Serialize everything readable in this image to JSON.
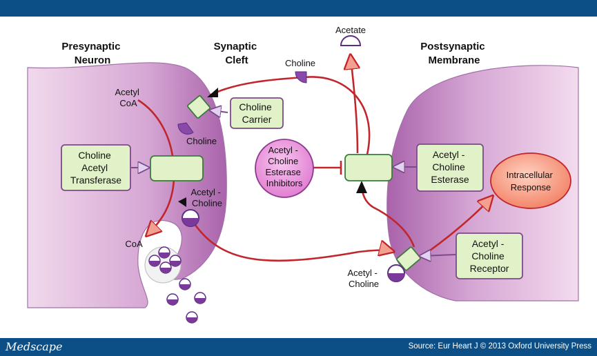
{
  "headers": {
    "presynaptic": [
      "Presynaptic",
      "Neuron"
    ],
    "cleft": [
      "Synaptic",
      "Cleft"
    ],
    "postsynaptic": [
      "Postsynaptic",
      "Membrane"
    ]
  },
  "labels": {
    "acetate": "Acetate",
    "choline_top": "Choline",
    "acetyl_coa": [
      "Acetyl",
      "CoA"
    ],
    "choline_mid": "Choline",
    "acetyl_choline_left": [
      "Acetyl -",
      "Choline"
    ],
    "coa": "CoA",
    "acetyl_choline_bottom": [
      "Acetyl -",
      "Choline"
    ]
  },
  "boxes": {
    "choline_carrier": [
      "Choline",
      "Carrier"
    ],
    "choline_acetyl_transferase": [
      "Choline",
      "Acetyl",
      "Transferase"
    ],
    "acetylcholine_esterase": [
      "Acetyl -",
      "Choline",
      "Esterase"
    ],
    "acetylcholine_receptor": [
      "Acetyl -",
      "Choline",
      "Receptor"
    ]
  },
  "circles": {
    "esterase_inhibitors": [
      "Acetyl -",
      "Choline",
      "Esterase",
      "Inhibitors"
    ],
    "intracellular_response": [
      "Intracellular",
      "Response"
    ]
  },
  "footer": {
    "brand": "Medscape",
    "source": "Source: Eur Heart J © 2013 Oxford University Press"
  },
  "colors": {
    "banner": "#0b4f86",
    "arrow": "#c0262b",
    "neuron": "#c98ec8",
    "box_fill": "#e2f2c8",
    "box_border": "#7b4a8a"
  }
}
